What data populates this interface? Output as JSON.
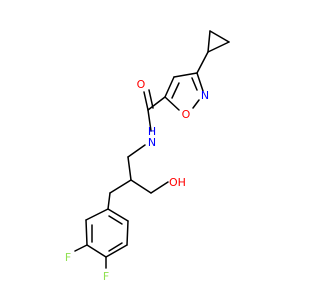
{
  "colors": {
    "bond": "#000000",
    "carbon": "#000000",
    "oxygen": "#ff0000",
    "nitrogen": "#0000ff",
    "fluorine": "#90e050",
    "background": "#ffffff"
  },
  "atoms": {
    "amide_o": "O",
    "ring_o": "O",
    "ring_n": "N",
    "amide_nh": "N",
    "amide_h": "H",
    "hydroxyl": "OH",
    "fluoro_1": "F",
    "fluoro_2": "F"
  }
}
